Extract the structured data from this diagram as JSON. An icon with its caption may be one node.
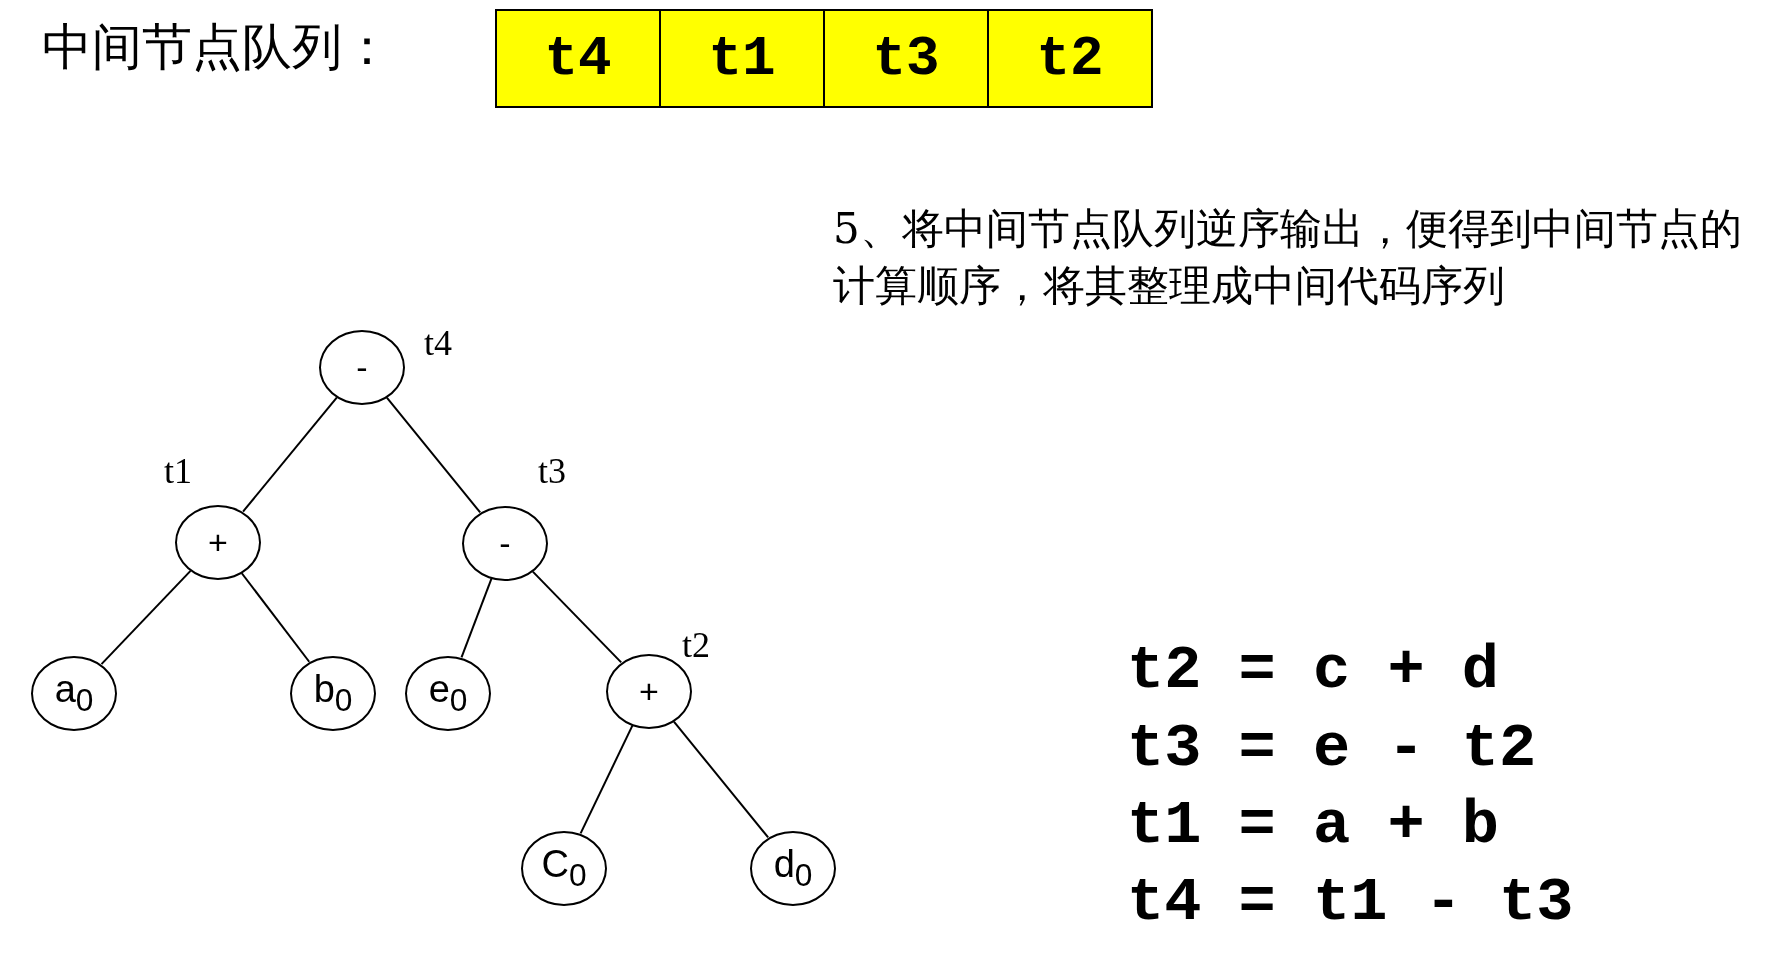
{
  "diagram": {
    "title": "中间节点队列：",
    "nodes": [
      {
        "text": [
          "t4"
        ]
      },
      {
        "text": [
          "t1"
        ]
      },
      {
        "text": [
          "t3"
        ]
      },
      {
        "text": [
          "t2"
        ]
      },
      {
        "text": [
          "-"
        ],
        "beside": [
          "t4"
        ]
      },
      {
        "text": [
          "+"
        ],
        "beside": [
          "t1"
        ]
      },
      {
        "text": [
          "-"
        ],
        "beside": [
          "t3"
        ]
      },
      {
        "text": [
          "a$_{0}$"
        ]
      },
      {
        "text": [
          "b$_{0}$"
        ]
      },
      {
        "text": [
          "e$_{0}$"
        ]
      },
      {
        "text": [
          "+"
        ],
        "beside": [
          "t2"
        ]
      },
      {
        "text": [
          "C$_{0}$"
        ]
      },
      {
        "text": [
          "d$_{0}$"
        ]
      }
    ],
    "edges": [
      {
        "from": 4,
        "to": 5,
        "arrow": "none"
      },
      {
        "from": 4,
        "to": 6,
        "arrow": "none"
      },
      {
        "from": 5,
        "to": 7,
        "arrow": "none"
      },
      {
        "from": 5,
        "to": 8,
        "arrow": "none"
      },
      {
        "from": 6,
        "to": 9,
        "arrow": "none"
      },
      {
        "from": 6,
        "to": 10,
        "arrow": "none"
      },
      {
        "from": 10,
        "to": 11,
        "arrow": "none"
      },
      {
        "from": 10,
        "to": 12,
        "arrow": "none"
      }
    ],
    "labels": [
      "5、将中间节点队列逆序输出，便得到中间节点的计算顺序，将其整理成中间代码序列",
      "t2 = c + d",
      "t3 = e - t2",
      "t1 = a + b",
      "t4 = t1 - t3"
    ]
  }
}
